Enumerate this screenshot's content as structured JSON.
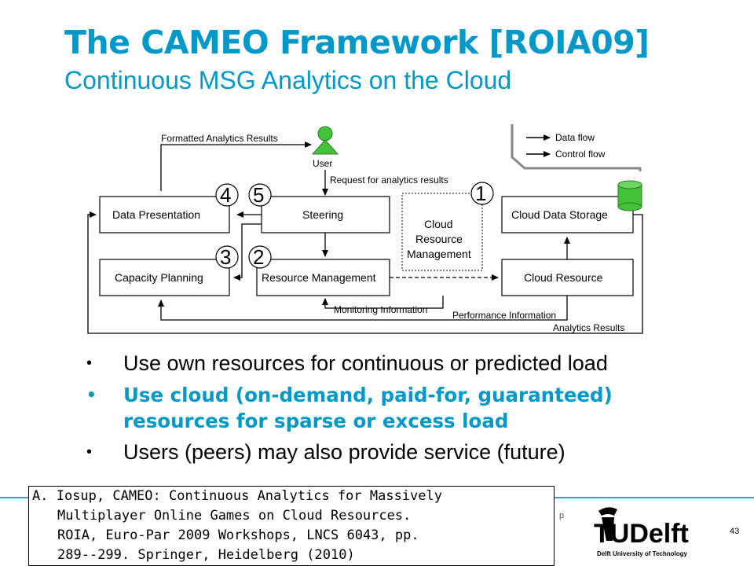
{
  "slide": {
    "title": "The CAMEO Framework [ROIA09]",
    "subtitle": "Continuous MSG Analytics on the Cloud",
    "page_number": "43",
    "clipped_text": "p"
  },
  "diagram": {
    "legend": {
      "data_flow": "Data flow",
      "control_flow": "Control flow"
    },
    "user_label": "User",
    "boxes": {
      "data_presentation": "Data Presentation",
      "steering": "Steering",
      "capacity_planning": "Capacity Planning",
      "resource_management": "Resource Management",
      "cloud_data_storage": "Cloud Data Storage",
      "cloud_resource": "Cloud Resource",
      "cloud_resource_management": [
        "Cloud",
        "Resource",
        "Management"
      ]
    },
    "numbers": [
      "4",
      "5",
      "3",
      "2",
      "1"
    ],
    "edge_labels": {
      "formatted_results": "Formatted Analytics Results",
      "request": "Request for analytics results",
      "monitoring": "Monitoring Information",
      "performance": "Performance Information",
      "analytics_results": "Analytics Results"
    }
  },
  "bullets": [
    {
      "text": "Use own resources for continuous or predicted load",
      "highlight": false
    },
    {
      "text": "Use cloud (on-demand, paid-for, guaranteed) resources for sparse or excess load",
      "highlight": true
    },
    {
      "text": "Users (peers) may also provide service (future)",
      "highlight": false
    }
  ],
  "reference": {
    "lines": [
      "A. Iosup, CAMEO: Continuous Analytics for Massively",
      "Multiplayer Online Games on Cloud Resources.",
      "ROIA, Euro-Par 2009 Workshops, LNCS 6043, pp.",
      "289--299. Springer, Heidelberg (2010)"
    ]
  },
  "logo": {
    "text": "TUDelft",
    "tagline": "Delft University of Technology"
  },
  "colors": {
    "accent": "#0098c8",
    "bar": "#1fa8d8",
    "user_green": "#44c23a"
  }
}
